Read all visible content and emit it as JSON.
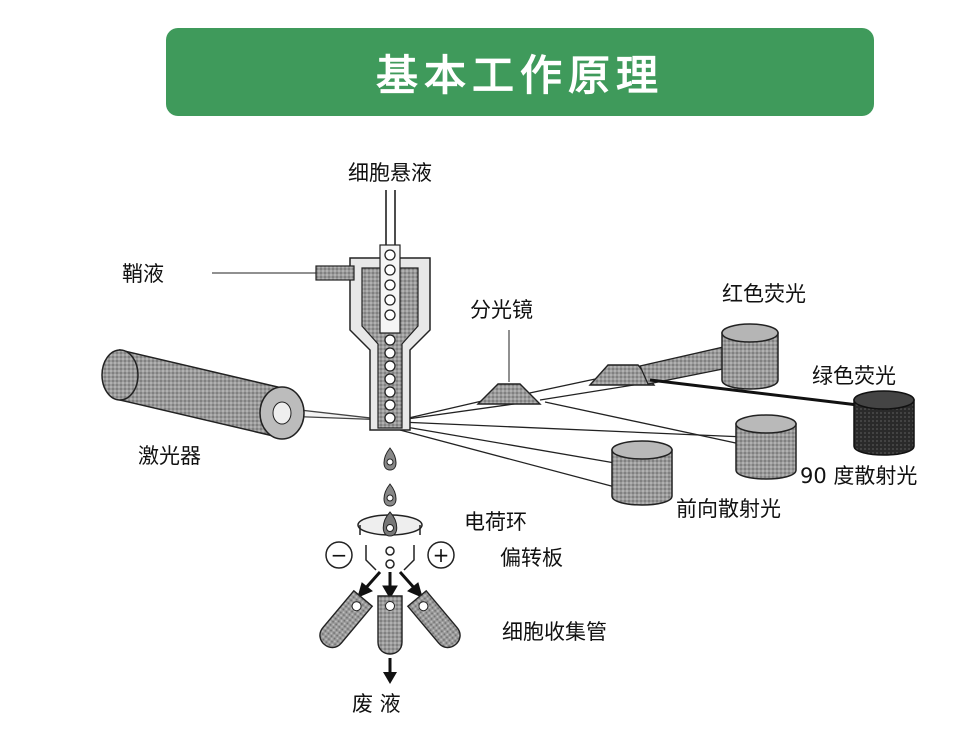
{
  "banner": {
    "title": "基本工作原理",
    "color": "#3f9a5b"
  },
  "labels": {
    "cell_suspension": "细胞悬液",
    "sheath_fluid": "鞘液",
    "beam_splitter": "分光镜",
    "red_fluorescence": "红色荧光",
    "green_fluorescence": "绿色荧光",
    "laser": "激光器",
    "side_scatter": "90 度散射光",
    "forward_scatter": "前向散射光",
    "charge_ring": "电荷环",
    "deflection_plate": "偏转板",
    "collection_tube": "细胞收集管",
    "waste": "废  液"
  },
  "plates": {
    "negative": "−",
    "positive": "+"
  }
}
